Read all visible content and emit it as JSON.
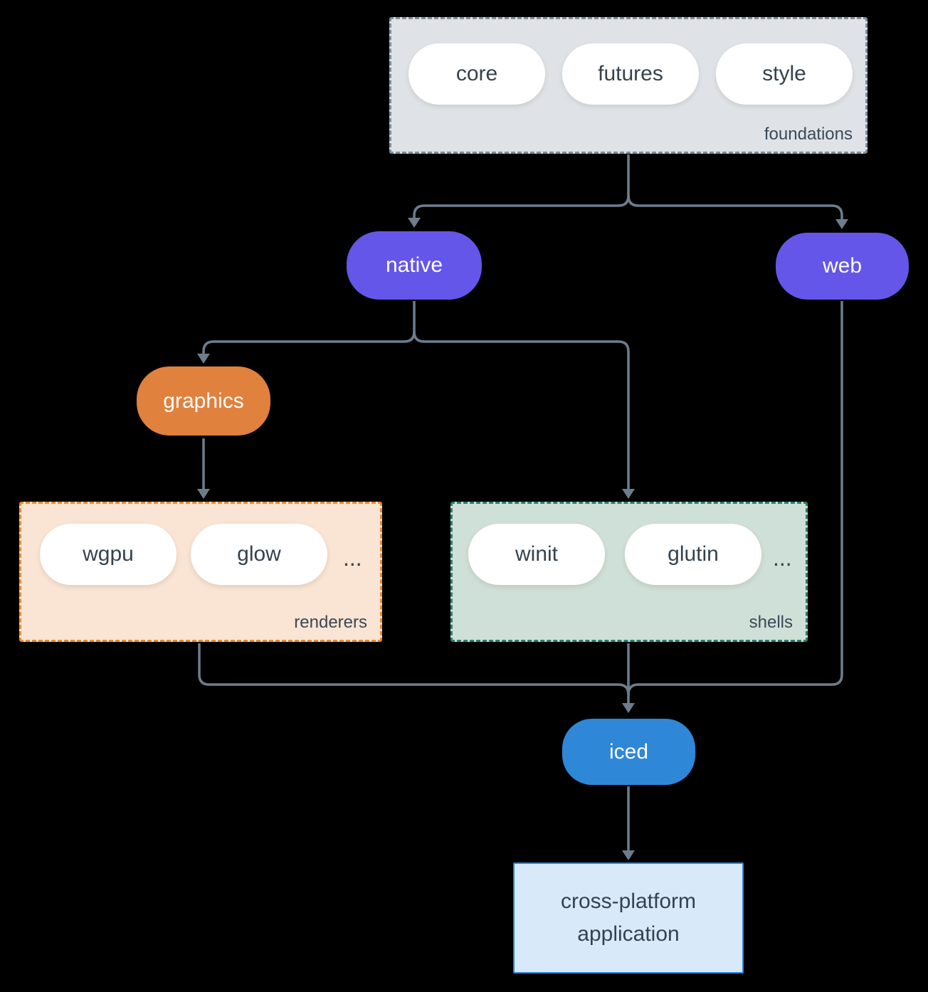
{
  "colors": {
    "background": "#000000",
    "connector": "#6d7d8d",
    "foundations_bg": "#dfe3e7",
    "foundations_border": "#7e8e9c",
    "node_purple": "#6456e8",
    "node_orange": "#e0813e",
    "renderers_bg": "#fae4d3",
    "renderers_border": "#e98b2d",
    "shells_bg": "#cfe0d8",
    "shells_border": "#2b7f6e",
    "iced_blue": "#2f87d8",
    "app_bg": "#d8e9fa",
    "app_border": "#2e86d8",
    "pill_text_dark": "#35424e",
    "pill_text_light": "#ffffff",
    "group_label": "#3a4956"
  },
  "groups": {
    "foundations": {
      "label": "foundations",
      "pills": [
        "core",
        "futures",
        "style"
      ]
    },
    "renderers": {
      "label": "renderers",
      "pills": [
        "wgpu",
        "glow"
      ],
      "ellipsis": "..."
    },
    "shells": {
      "label": "shells",
      "pills": [
        "winit",
        "glutin"
      ],
      "ellipsis": "..."
    }
  },
  "nodes": {
    "native": "native",
    "web": "web",
    "graphics": "graphics",
    "iced": "iced"
  },
  "app": {
    "line1": "cross-platform",
    "line2": "application"
  }
}
